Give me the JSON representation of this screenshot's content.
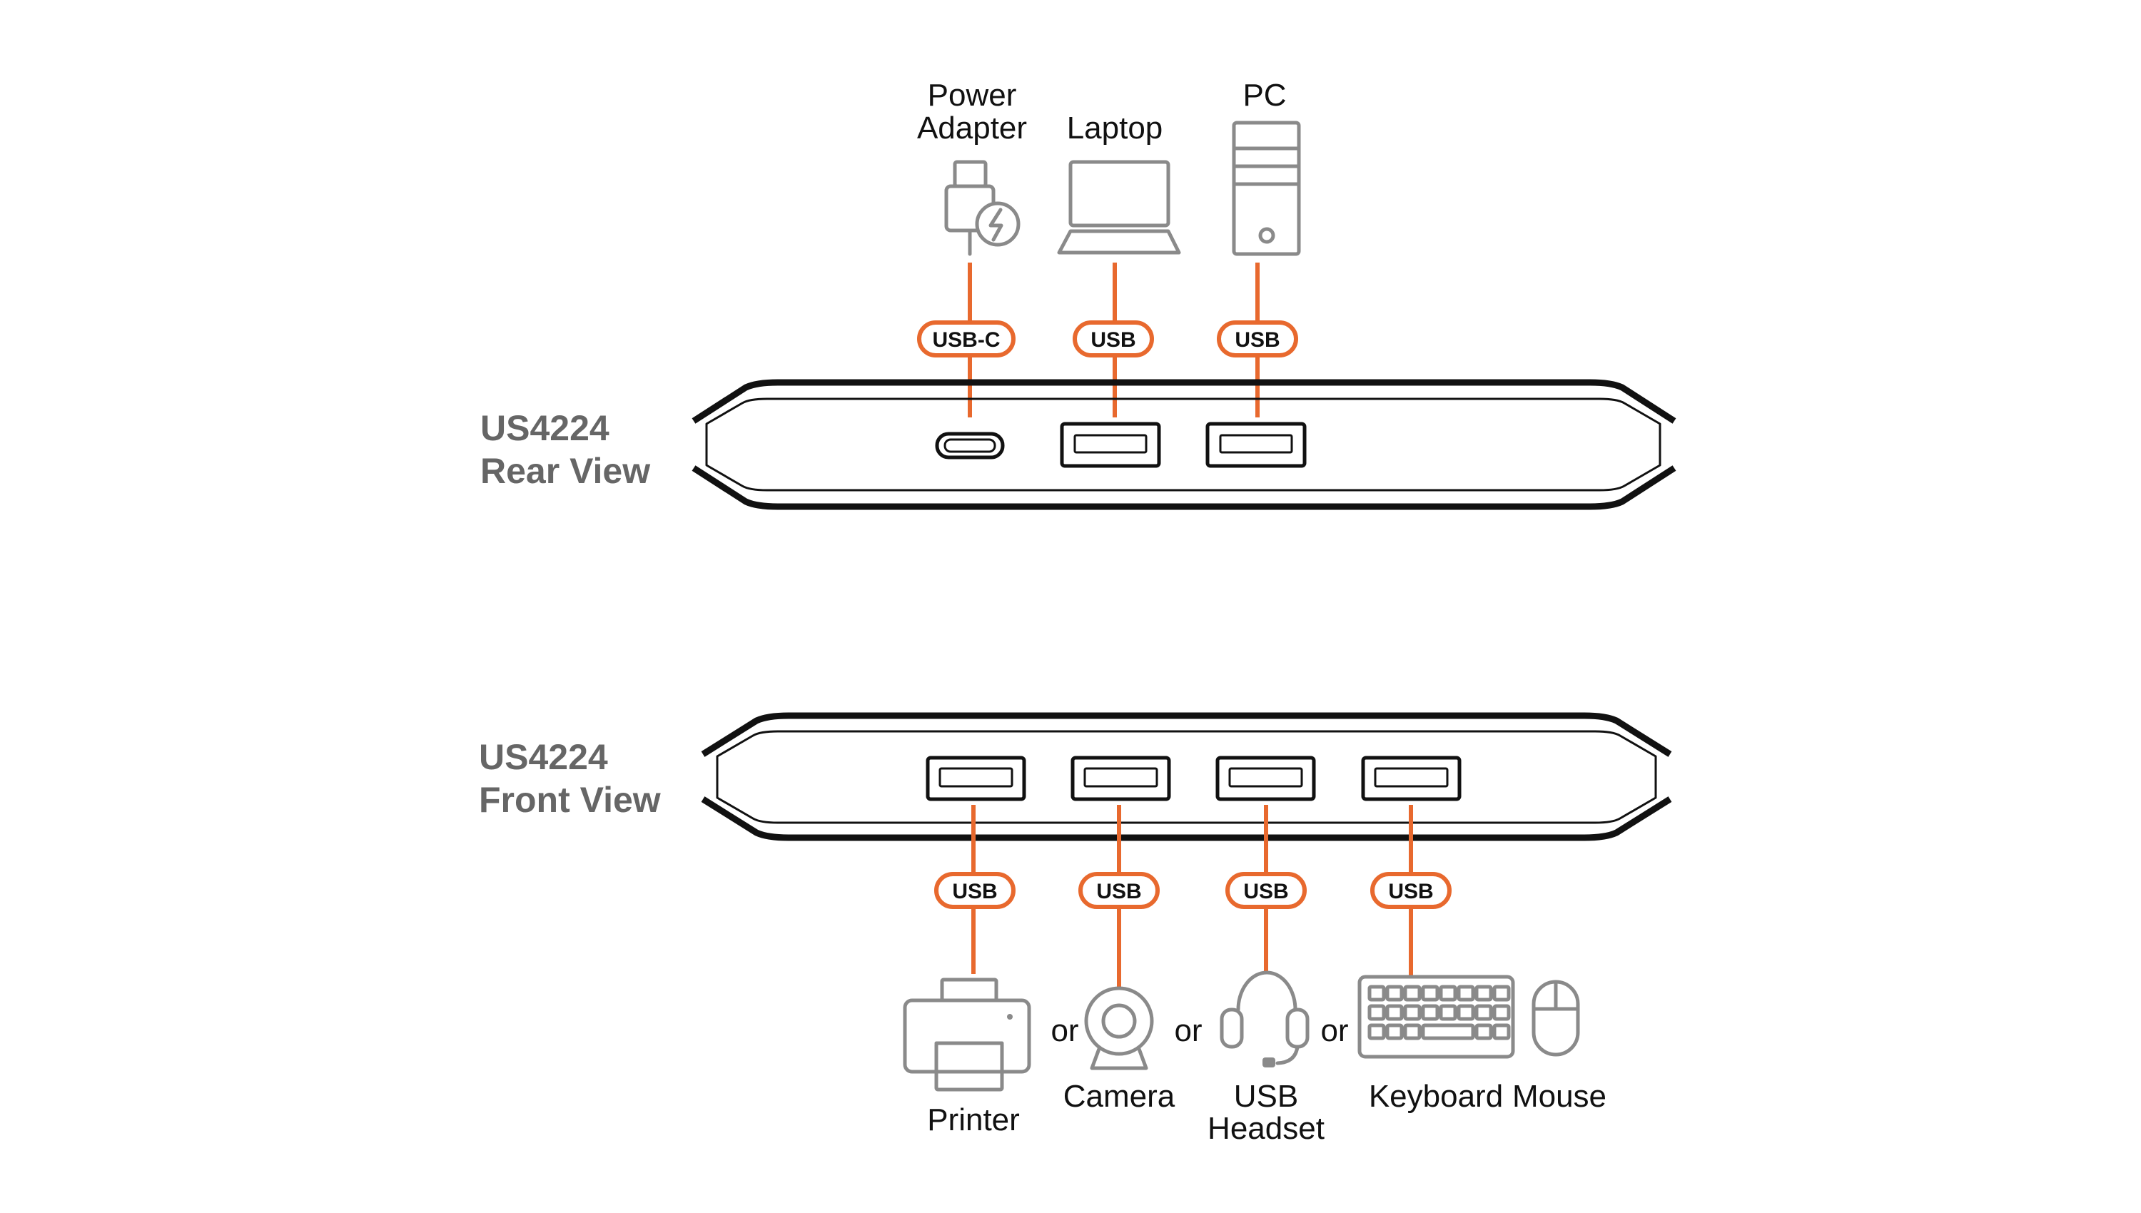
{
  "rear": {
    "title_line1": "US4224",
    "title_line2": "Rear View",
    "devices": {
      "power_line1": "Power",
      "power_line2": "Adapter",
      "laptop": "Laptop",
      "pc": "PC"
    },
    "connectors": [
      "USB-C",
      "USB",
      "USB"
    ]
  },
  "front": {
    "title_line1": "US4224",
    "title_line2": "Front View",
    "connectors": [
      "USB",
      "USB",
      "USB",
      "USB"
    ],
    "devices": {
      "printer": "Printer",
      "camera": "Camera",
      "headset_line1": "USB",
      "headset_line2": "Headset",
      "keyboard": "Keyboard",
      "mouse": "Mouse"
    },
    "separators": [
      "or",
      "or",
      "or"
    ]
  },
  "colors": {
    "accent": "#e8692e",
    "icon_gray": "#8a8a8a",
    "title_gray": "#666666",
    "outline": "#111111"
  }
}
